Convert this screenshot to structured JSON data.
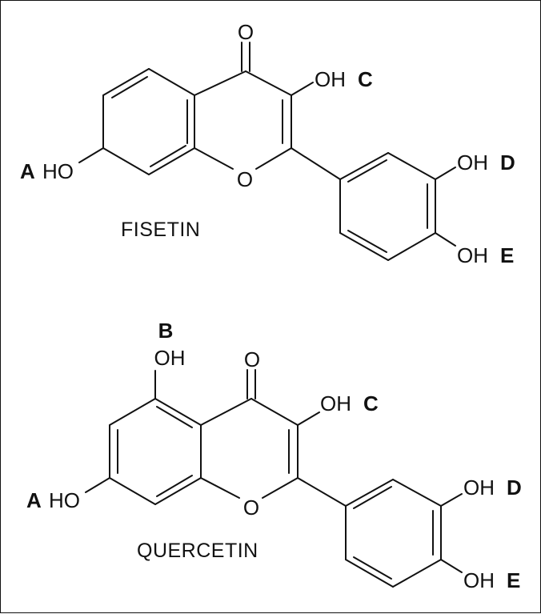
{
  "molecules": [
    {
      "name": "FISETIN",
      "atoms": {
        "carbonyl_o": "O",
        "ring_o": "O",
        "oh_a": "HO",
        "oh_c": "OH",
        "oh_d": "OH",
        "oh_e": "OH"
      },
      "tags": {
        "a": "A",
        "c": "C",
        "d": "D",
        "e": "E"
      }
    },
    {
      "name": "QUERCETIN",
      "atoms": {
        "carbonyl_o": "O",
        "ring_o": "O",
        "oh_a": "HO",
        "oh_b": "OH",
        "oh_c": "OH",
        "oh_d": "OH",
        "oh_e": "OH"
      },
      "tags": {
        "a": "A",
        "b": "B",
        "c": "C",
        "d": "D",
        "e": "E"
      }
    }
  ]
}
